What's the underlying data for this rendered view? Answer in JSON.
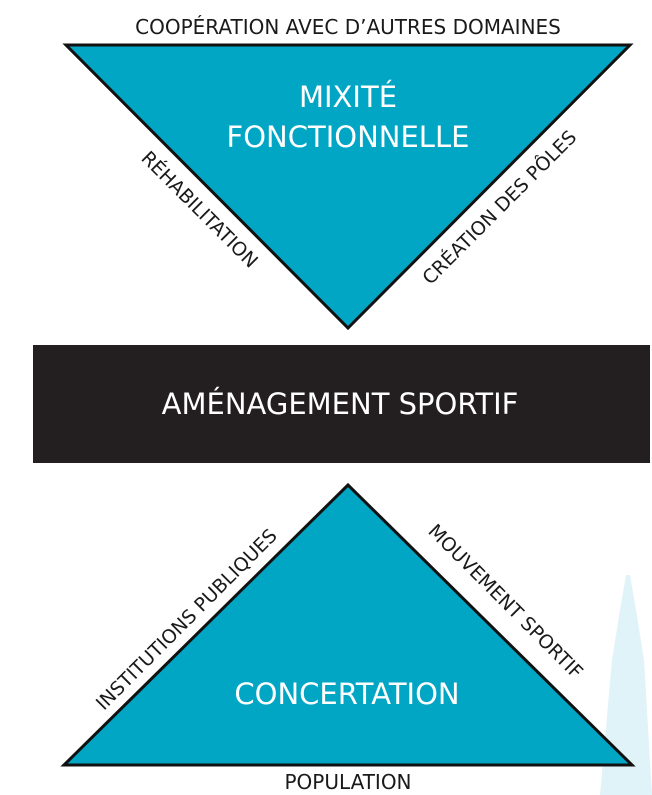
{
  "colors": {
    "triangle_fill": "#00a6c4",
    "triangle_stroke": "#111111",
    "bar_fill": "#231f20",
    "label_text": "#1a1a1a",
    "inner_text": "#ffffff",
    "watermark": "#e0f3f8"
  },
  "top_triangle": {
    "base_label": "COOPÉRATION AVEC D’AUTRES DOMAINES",
    "inner_line_1": "MIXITÉ",
    "inner_line_2": "FONCTIONNELLE",
    "left_edge_label": "RÉHABILITATION",
    "right_edge_label": "CRÉATION DES PÔLES"
  },
  "center_bar": {
    "label": "AMÉNAGEMENT SPORTIF"
  },
  "bottom_triangle": {
    "inner_label": "CONCERTATION",
    "left_edge_label": "INSTITUTIONS PUBLIQUES",
    "right_edge_label": "MOUVEMENT SPORTIF",
    "base_label": "POPULATION"
  },
  "icons": {
    "watermark": "tower-watermark-icon"
  }
}
